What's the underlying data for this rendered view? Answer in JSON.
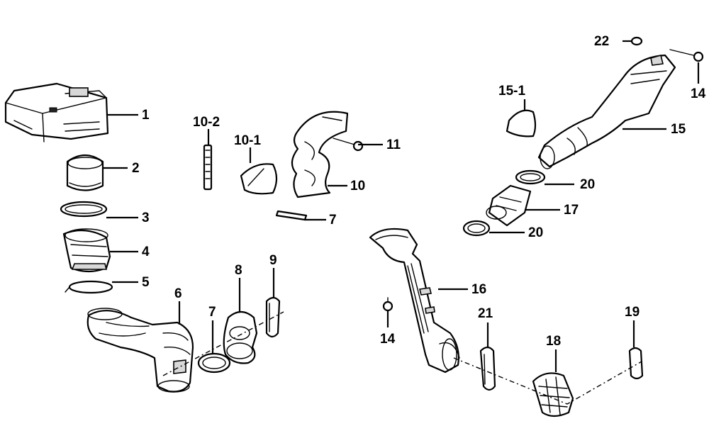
{
  "callouts": {
    "p1": "1",
    "p2": "2",
    "p3": "3",
    "p4": "4",
    "p5": "5",
    "p6": "6",
    "p7a": "7",
    "p7b": "7",
    "p8": "8",
    "p9": "9",
    "p10": "10",
    "p10_1": "10-1",
    "p10_2": "10-2",
    "p11": "11",
    "p14a": "14",
    "p14b": "14",
    "p15": "15",
    "p15_1": "15-1",
    "p16": "16",
    "p17": "17",
    "p18": "18",
    "p19": "19",
    "p20a": "20",
    "p20b": "20",
    "p21": "21",
    "p22": "22"
  }
}
